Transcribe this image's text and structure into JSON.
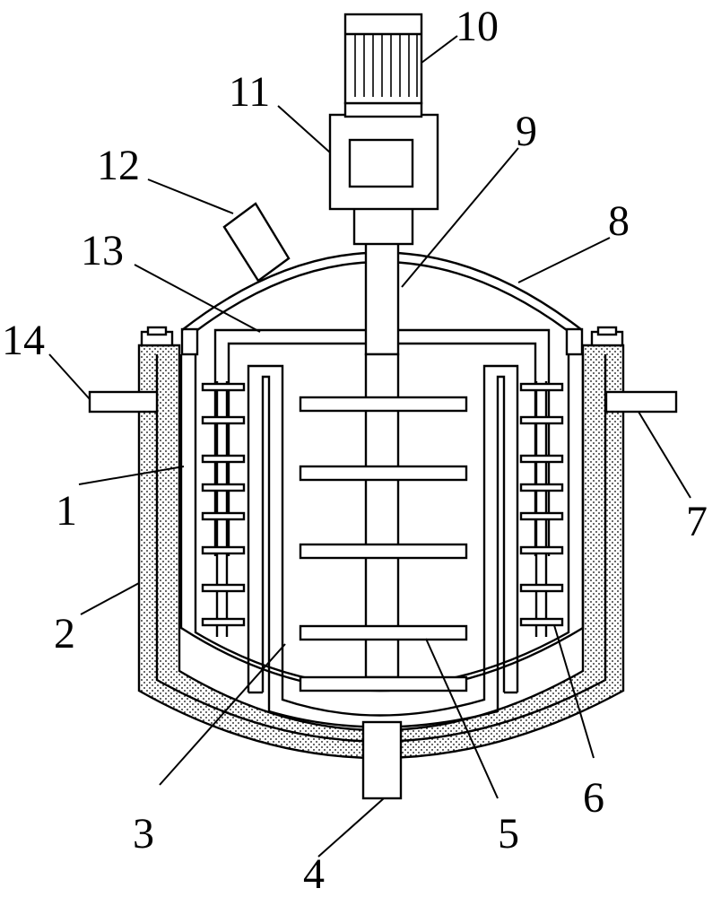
{
  "figure": {
    "background": "#ffffff",
    "stroke_color": "#000000",
    "insulation_dot_color": "#000000"
  },
  "labels": {
    "l1": "1",
    "l2": "2",
    "l3": "3",
    "l4": "4",
    "l5": "5",
    "l6": "6",
    "l7": "7",
    "l8": "8",
    "l9": "9",
    "l10": "10",
    "l11": "11",
    "l12": "12",
    "l13": "13",
    "l14": "14"
  }
}
